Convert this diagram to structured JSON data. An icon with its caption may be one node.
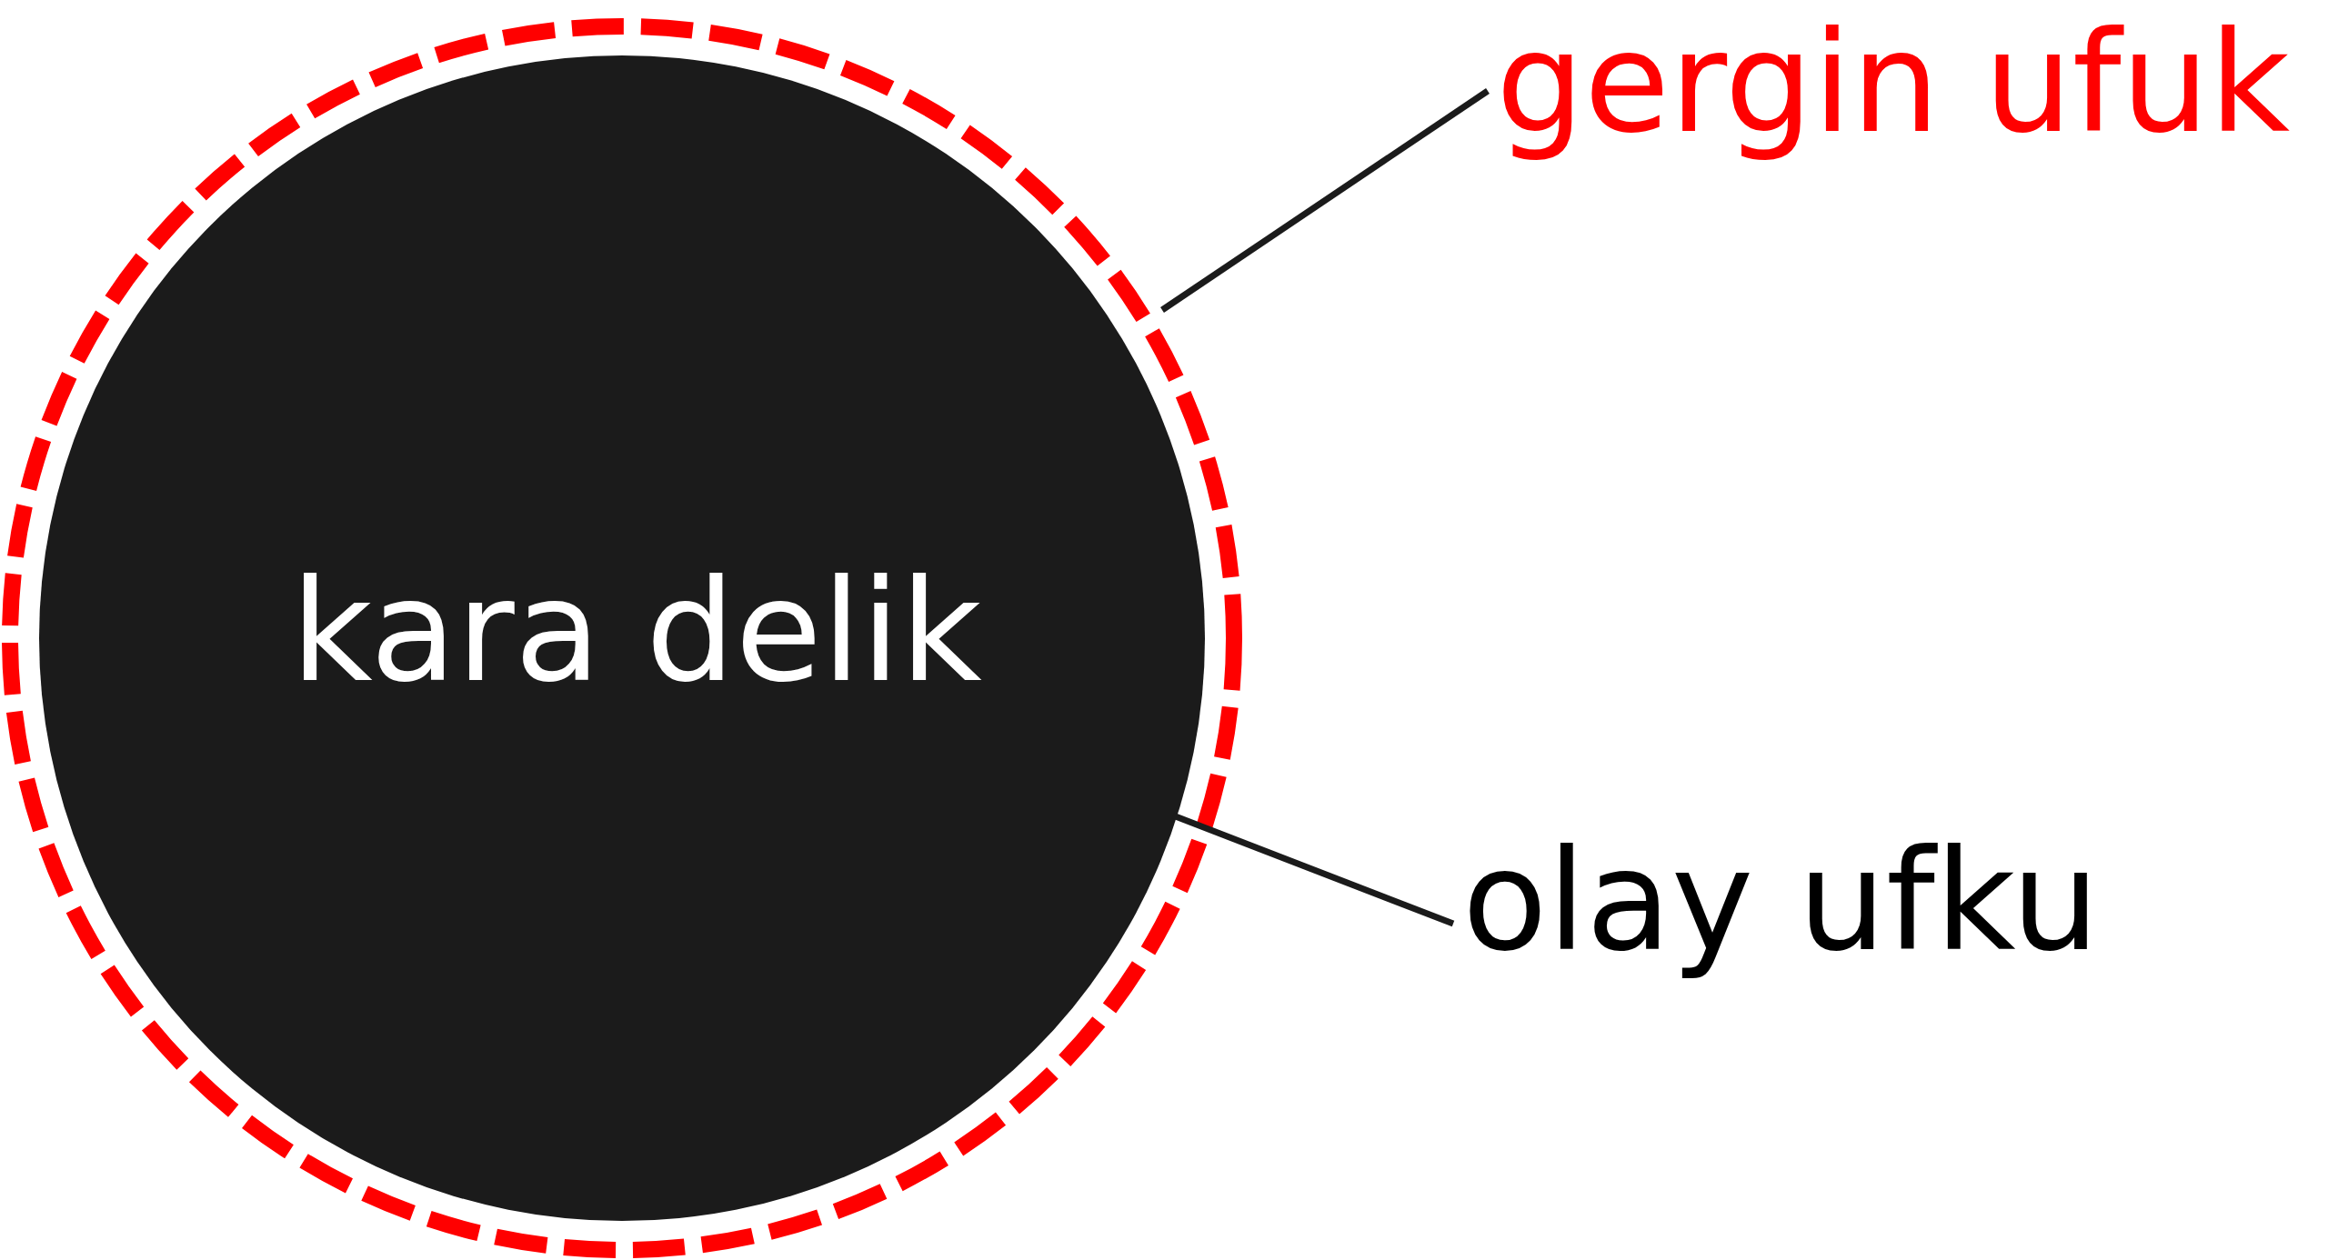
{
  "diagram": {
    "nodes": [
      {
        "text": [],
        "shape": "circle"
      },
      {
        "text": [
          "kara delik"
        ],
        "in": 0
      },
      {
        "text": [
          "gergin ufuk"
        ]
      },
      {
        "text": [
          "olay ufku"
        ]
      }
    ],
    "edges": [
      {
        "from": 2,
        "to": 0,
        "arrow": "none"
      },
      {
        "from": 3,
        "to": 1,
        "arrow": "none"
      }
    ]
  }
}
